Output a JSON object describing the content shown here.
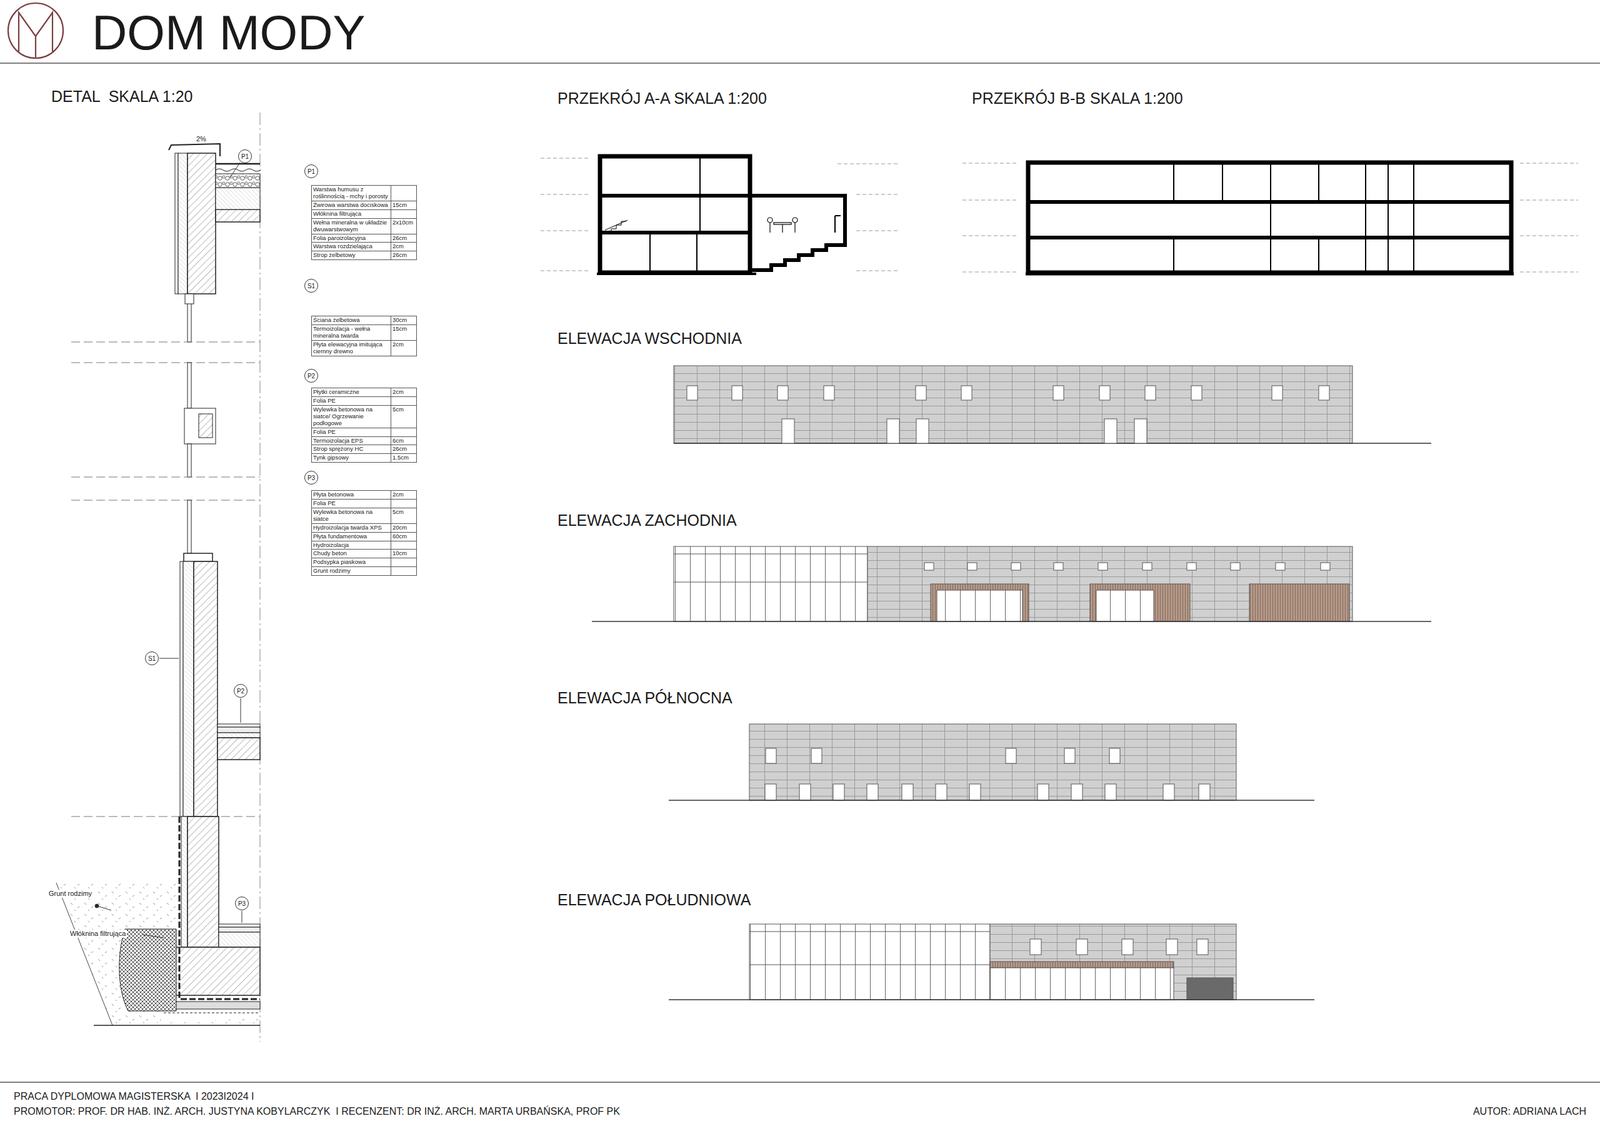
{
  "diagram": {
    "title": "DOM MODY",
    "nodes": [
      {
        "text": [
          "P1"
        ]
      },
      {
        "text": [
          "S1"
        ]
      },
      {
        "text": [
          "P2"
        ]
      },
      {
        "text": [
          "P3"
        ]
      },
      {
        "text": [
          "P1"
        ]
      },
      {
        "text": [
          "S1"
        ]
      },
      {
        "text": [
          "P2"
        ]
      },
      {
        "text": [
          "P3"
        ]
      }
    ],
    "labels": [
      "DETAL  SKALA 1:20",
      "2%",
      "Grunt rodzimy",
      "Włóknina filtrująca",
      "Warstwa humusu z roślinnością - mchy i porosty",
      "Żwirowa warstwa dociskowa",
      "15cm",
      "Włóknina filtrująca",
      "Wełna mineralna w układzie dwuwarstwowym",
      "2x10cm",
      "Folia paroizolacyjna",
      "26cm",
      "Warstwa rozdzielająca",
      "2cm",
      "Strop żelbetowy",
      "26cm",
      "Ściana żelbetowa",
      "30cm",
      "Termoizolacja - wełna mineralna twarda",
      "15cm",
      "Płyta elewacyjna imitująca ciemny drewno",
      "2cm",
      "Płytki ceramiczne",
      "2cm",
      "Folia PE",
      "Wylewka betonowa na siatce/ Ogrzewanie podłogowe",
      "5cm",
      "Folia PE",
      "Termoizolacja EPS",
      "6cm",
      "Strop sprężony HC",
      "26cm",
      "Tynk gipsowy",
      "1.5cm",
      "Płyta betonowa",
      "2cm",
      "Folia PE",
      "Wylewka betonowa na siatce",
      "5cm",
      "Hydroizolacja twarda XPS",
      "20cm",
      "Płyta fundamentowa",
      "60cm",
      "Hydroizolacja",
      "Chudy beton",
      "10cm",
      "Podsypka piaskowa",
      "Grunt rodzimy",
      "PRZEKRÓJ A-A SKALA 1:200",
      "PRZEKRÓJ B-B SKALA 1:200",
      "ELEWACJA WSCHODNIA",
      "ELEWACJA ZACHODNIA",
      "ELEWACJA PÓŁNOCNA",
      "ELEWACJA POŁUDNIOWA",
      "PRACA DYPLOMOWA MAGISTERSKA  I 2023I2024 I",
      "PROMOTOR: PROF. DR HAB. INŻ. ARCH. JUSTYNA KOBYLARCZYK  I RECENZENT: DR INŻ. ARCH. MARTA URBAŃSKA, PROF PK",
      "AUTOR: ADRIANA LACH"
    ]
  }
}
